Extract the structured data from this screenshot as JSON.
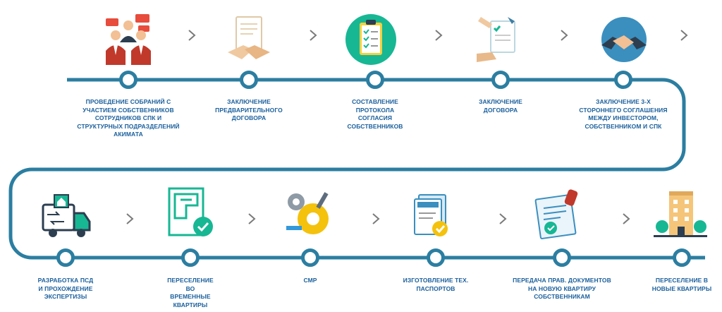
{
  "steps": [
    {
      "label": "Проведение собраний с участием собственников сотрудников СПК и структурных подразделений акимата",
      "icon": "meeting-people-icon"
    },
    {
      "label": "Заключение предварительного договора",
      "icon": "handshake-document-icon"
    },
    {
      "label": "Составление протокола согласия собственников",
      "icon": "checklist-clipboard-icon"
    },
    {
      "label": "Заключение договора",
      "icon": "hands-contract-icon"
    },
    {
      "label": "Заключение 3-х стороннего соглашения между инвестором, собственником и СПК",
      "icon": "handshake-circle-icon"
    },
    {
      "label": "Разработка ПСД и прохождение экспертизы",
      "icon": "moving-truck-icon"
    },
    {
      "label": "Переселение во временные квартиры",
      "icon": "floor-plan-check-icon"
    },
    {
      "label": "СМР",
      "icon": "gears-tools-icon"
    },
    {
      "label": "Изготовление тех. паспортов",
      "icon": "passport-documents-icon"
    },
    {
      "label": "Передача прав. документов на новую квартиру собственникам",
      "icon": "certificate-stamp-icon"
    },
    {
      "label": "Переселение в новые квартиры",
      "icon": "new-building-icon"
    }
  ],
  "colors": {
    "line": "#2b7ea1",
    "label": "#1a5f9c",
    "chevron": "#7a7a7a"
  }
}
